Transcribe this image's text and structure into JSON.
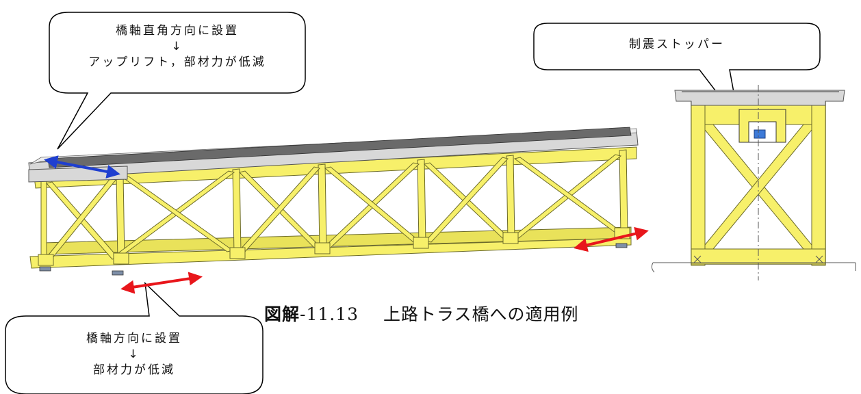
{
  "callouts": {
    "transverse": {
      "line1": "橋軸直角方向に設置",
      "arrow": "↓",
      "line2": "アップリフト，部材力が低減"
    },
    "longitudinal": {
      "line1": "橋軸方向に設置",
      "arrow": "↓",
      "line2": "部材力が低減"
    },
    "stopper": {
      "label": "制震ストッパー"
    }
  },
  "caption": {
    "figure_label": "図解",
    "figure_number": "-11.13",
    "title": "上路トラス橋への適用例"
  },
  "colors": {
    "truss": "#f7f06a",
    "truss_edge": "#6b6a2a",
    "deck": "#d8d8d8",
    "road": "#6a6a6a",
    "arrow_blue": "#1f3fd0",
    "arrow_red": "#e8161b",
    "stopper": "#3d7ad8"
  }
}
